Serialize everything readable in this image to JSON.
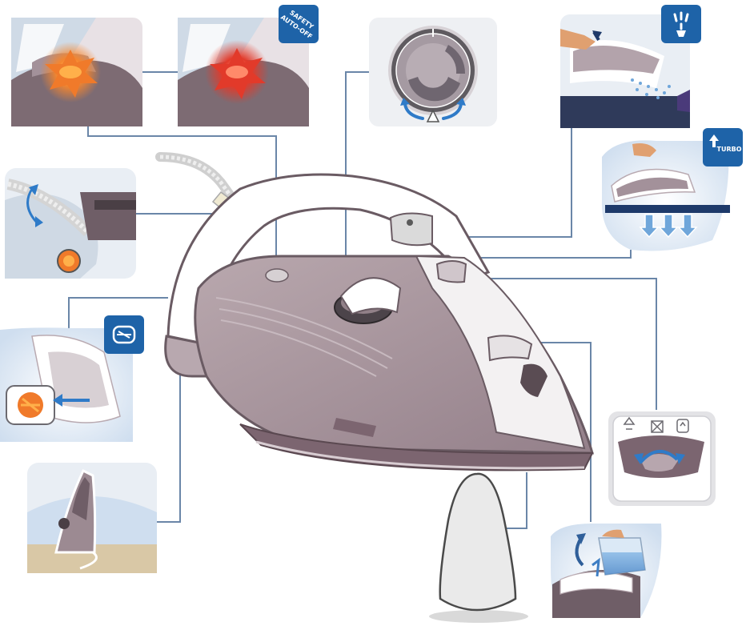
{
  "badges": {
    "safety_line1": "SAFETY",
    "safety_line2": "AUTO-OFF",
    "turbo": "TURBO"
  },
  "icons": {
    "safety_badge": "safety-auto-off-icon",
    "vertical_steam_badge": "vertical-steam-icon",
    "turbo_badge": "turbo-steam-icon",
    "anti_calc_badge": "anti-calc-collector-icon",
    "dial_arrows": "rotate-arrows-icon",
    "selector_no_steam": "no-steam-icon",
    "selector_steam": "steam-icon",
    "selector_turbo": "turbo-icon"
  },
  "colors": {
    "iron_body": "#a8959c",
    "iron_dark": "#8a7580",
    "iron_white": "#ffffff",
    "panel_bg": "#e6eef6",
    "badge_blue": "#1e63a8",
    "arrow_blue": "#2f7bc8",
    "leader_line": "#6a86a8",
    "warning_orange": "#f07a2a",
    "warning_red": "#e23a2a",
    "soleplate": "#7c6570"
  }
}
